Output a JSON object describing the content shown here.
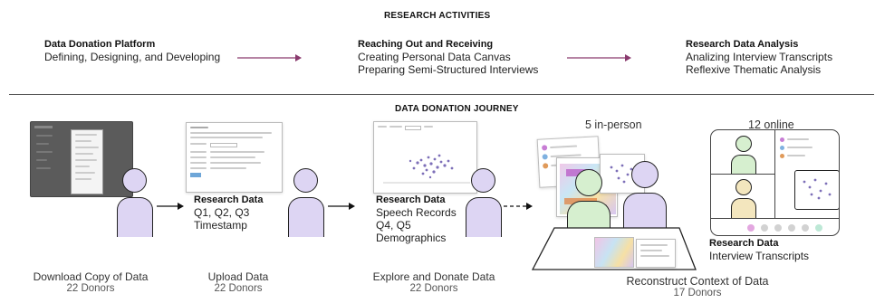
{
  "top_header": "RESEARCH ACTIVITIES",
  "activities": [
    {
      "title": "Data Donation Platform",
      "lines": [
        "Defining, Designing, and Developing"
      ]
    },
    {
      "title": "Reaching Out and Receiving",
      "lines": [
        "Creating Personal Data Canvas",
        "Preparing Semi-Structured Interviews"
      ]
    },
    {
      "title": "Research Data Analysis",
      "lines": [
        "Analizing Interview Transcripts",
        "Reflexive Thematic Analysis"
      ]
    }
  ],
  "journey_header": "DATA DONATION JOURNEY",
  "stages": [
    {
      "label": "Download Copy of Data",
      "count": "22 Donors"
    },
    {
      "label": "Upload Data",
      "count": "22 Donors"
    },
    {
      "label": "Explore and Donate Data",
      "count": "22 Donors"
    },
    {
      "label": "Reconstruct Context of Data",
      "count": "17 Donors"
    }
  ],
  "research_data": [
    {
      "title": "Research Data",
      "lines": [
        "Q1, Q2, Q3",
        "Timestamp"
      ]
    },
    {
      "title": "Research Data",
      "lines": [
        "Speech Records",
        "Q4, Q5",
        "Demographics"
      ]
    },
    {
      "title": "Research Data",
      "lines": [
        "Interview Transcripts"
      ]
    }
  ],
  "session_labels": {
    "in_person": "5 in-person",
    "online": "12 online"
  },
  "colors": {
    "arrow_accent": "#8a3a6e",
    "person_lavender": "#ddd5f3",
    "person_green": "#d6efcf",
    "person_yellow": "#f3e6be",
    "divider": "#555555"
  }
}
